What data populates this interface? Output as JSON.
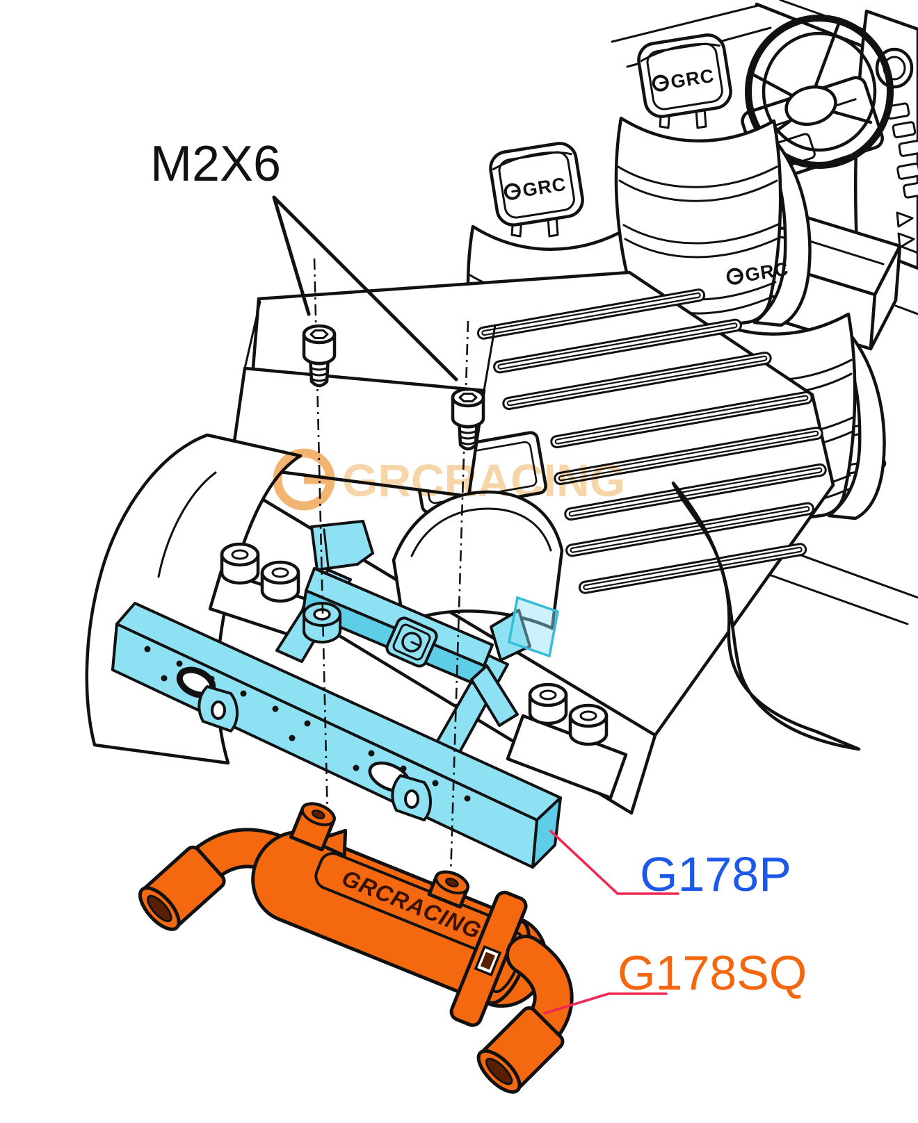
{
  "callouts": {
    "screw": {
      "label": "M2X6"
    },
    "blue_part": {
      "label": "G178P"
    },
    "orange_part": {
      "label": "G178SQ"
    }
  },
  "branding": {
    "headrest_logo": "GRC",
    "muffler_embossed": "GRCRACING",
    "watermark_logo_letter": "G",
    "watermark_text": "GRCRACING"
  },
  "hardware": {
    "screw_spec": "M2X6",
    "screws_shown": 2
  },
  "colors": {
    "line_art": "#111111",
    "blue_part": "#8EE1F3",
    "blue_part_shade": "#5ECDE8",
    "ghost_blue_stroke": "#36BCD9",
    "orange_part": "#F4690F",
    "orange_dark": "#5A1E00",
    "label_blue": "#1D59E8",
    "label_orange": "#F4670F",
    "leader_red": "#EE2A52",
    "watermark_logo": "#F2AE66",
    "watermark_text": "#F6D2A2",
    "emboss_dark": "#3A1200"
  }
}
